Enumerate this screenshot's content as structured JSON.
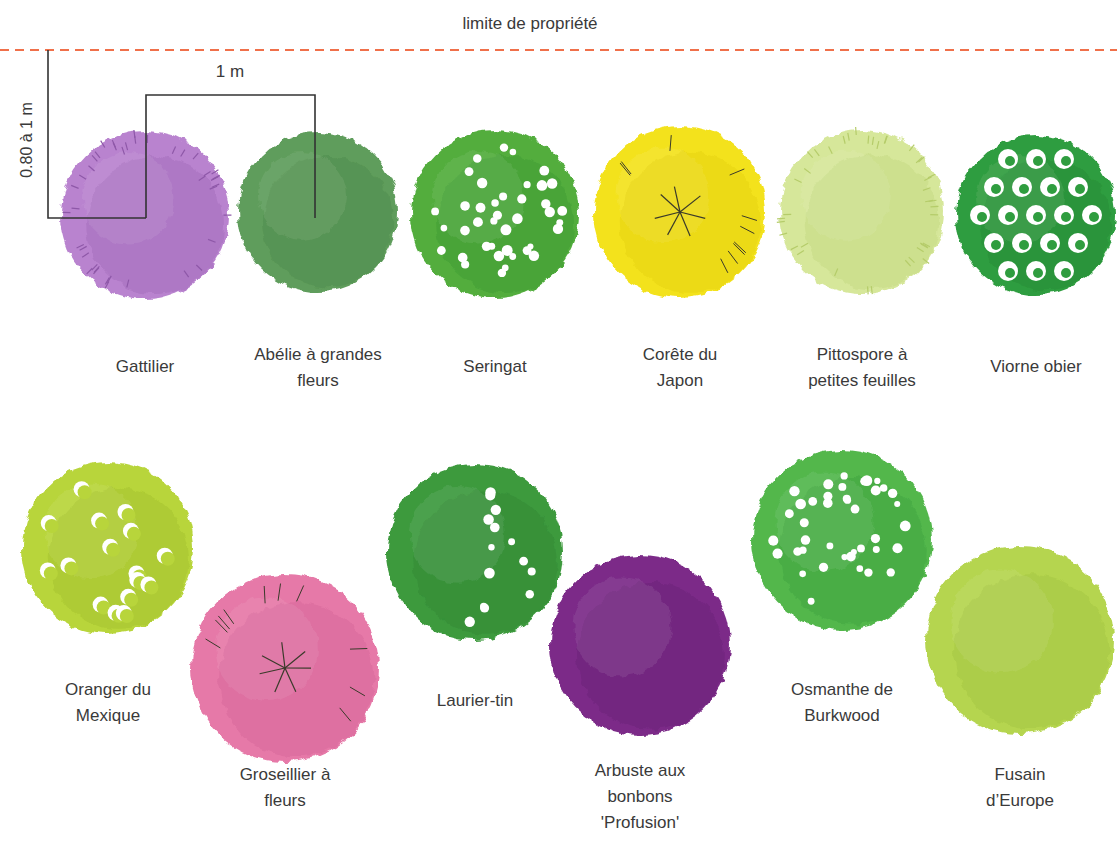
{
  "diagram": {
    "nodes": [
      {
        "text": [
          "Gattilier"
        ]
      },
      {
        "text": [
          "Abélie à grandes fleurs"
        ]
      },
      {
        "text": [
          "Seringat"
        ]
      },
      {
        "text": [
          "Corête du Japon"
        ]
      },
      {
        "text": [
          "Pittospore à petites feuilles"
        ]
      },
      {
        "text": [
          "Viorne obier"
        ]
      },
      {
        "text": [
          "Oranger du Mexique"
        ]
      },
      {
        "text": [
          "Groseillier à fleurs"
        ]
      },
      {
        "text": [
          "Laurier-tin"
        ]
      },
      {
        "text": [
          "Arbuste aux bonbons 'Profusion'"
        ]
      },
      {
        "text": [
          "Osmanthe de Burkwood"
        ]
      },
      {
        "text": [
          "Fusain d’Europe"
        ]
      }
    ],
    "labels": [
      "limite de propriété",
      "0.80 à 1 m",
      "1 m"
    ]
  }
}
